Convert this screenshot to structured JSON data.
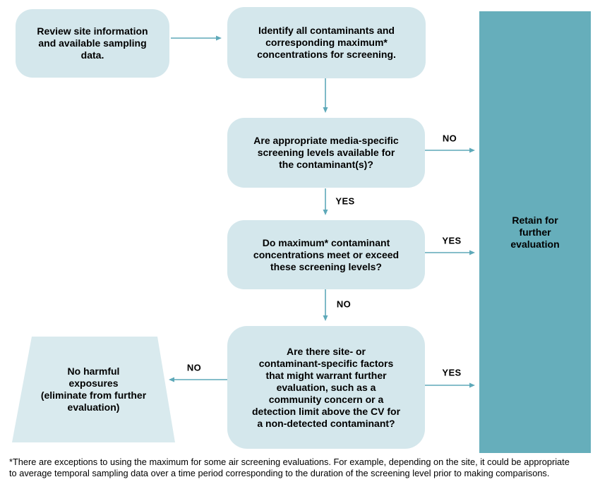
{
  "flowchart": {
    "nodes": {
      "review_site": {
        "lines": [
          "Review site information",
          "and available sampling",
          "data."
        ]
      },
      "identify_contaminants": {
        "lines": [
          "Identify all contaminants and",
          "corresponding maximum*",
          "concentrations for screening."
        ]
      },
      "screening_levels_available": {
        "lines": [
          "Are appropriate media-specific",
          "screening levels available for",
          "the contaminant(s)?"
        ]
      },
      "concentrations_exceed": {
        "lines": [
          "Do maximum* contaminant",
          "concentrations meet or exceed",
          "these screening levels?"
        ]
      },
      "site_specific_factors": {
        "lines": [
          "Are there site- or",
          "contaminant-specific factors",
          "that might warrant further",
          "evaluation, such as a",
          "community concern or a",
          "detection limit above the CV for",
          "a non-detected contaminant?"
        ]
      },
      "no_harmful_exposures": {
        "lines": [
          "No harmful",
          "exposures",
          "(eliminate from further",
          "evaluation)"
        ]
      },
      "retain_for_evaluation": {
        "lines": [
          "Retain for",
          "further",
          "evaluation"
        ]
      }
    },
    "edge_labels": {
      "screening_no": "NO",
      "screening_yes": "YES",
      "exceed_yes": "YES",
      "exceed_no": "NO",
      "factors_yes": "YES",
      "factors_no": "NO"
    },
    "footnote": {
      "lines": [
        "*There are exceptions to using the maximum for some air screening evaluations. For example, depending on the site, it could be appropriate",
        "to average temporal sampling data over a time period corresponding to the duration of the screening level prior to making comparisons."
      ]
    },
    "colors": {
      "background": "#ffffff",
      "node_fill": "#d4e7ec",
      "terminator_fill": "#d9eaee",
      "retain_fill": "#66aebb",
      "arrow": "#5ea9b9",
      "text": "#000000"
    }
  }
}
